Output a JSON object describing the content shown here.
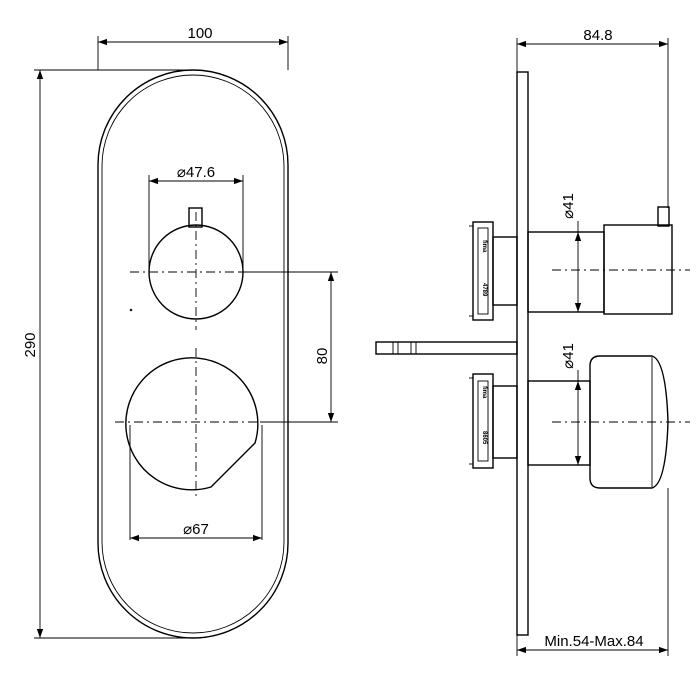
{
  "dimensions": {
    "front_width": "100",
    "front_height": "290",
    "small_knob_diameter": "⌀47.6",
    "large_knob_diameter": "⌀67",
    "spacing": "80",
    "side_depth": "84.8",
    "upper_stem_diameter": "⌀41",
    "lower_stem_diameter": "⌀41",
    "wall_range": "Min.54-Max.84"
  },
  "cartridge_marks": {
    "brand_upper": "fima",
    "code_upper": "4789",
    "brand_lower": "fima",
    "code_lower": "8605"
  }
}
